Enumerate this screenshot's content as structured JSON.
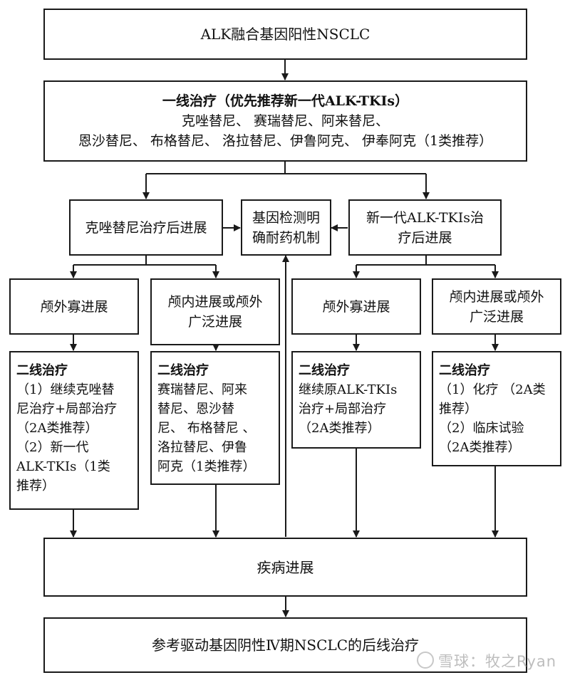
{
  "top_box": "ALK融合基因阳性NSCLC",
  "first_line": {
    "title": "一线治疗（优先推荐新一代ALK-TKIs）",
    "line1": "克唑替尼、 赛瑞替尼、阿来替尼、",
    "line2": "恩沙替尼、 布格替尼、 洛拉替尼、伊鲁阿克、 伊奉阿克（1类推荐）"
  },
  "crizotinib_progress": "克唑替尼治疗后进展",
  "gene_test": [
    "基因检测明",
    "确耐药机制"
  ],
  "next_gen_progress": [
    "新一代ALK-TKIs治",
    "疗后进展"
  ],
  "branches": {
    "a": [
      "颅外寡进展"
    ],
    "b": [
      "颅内进展或颅外",
      "广泛进展"
    ],
    "c": [
      "颅外寡进展"
    ],
    "d": [
      "颅内进展或颅外",
      "广泛进展"
    ]
  },
  "second_line": {
    "title": "二线治疗",
    "a": [
      "（1）继续克唑替",
      "尼治疗+局部治疗",
      "（2A类推荐）",
      "（2）新一代",
      "ALK-TKIs（1类",
      "推荐）"
    ],
    "b": [
      "赛瑞替尼、阿来",
      "替尼、恩沙替",
      "尼、 布格替尼 、",
      "洛拉替尼、伊鲁",
      "阿克（1类推荐）"
    ],
    "c": [
      "继续原ALK-TKIs",
      "治疗+局部治疗",
      "（2A类推荐）"
    ],
    "d": [
      "（1）化疗 （2A类",
      "推荐）",
      "（2）临床试验",
      "（2A类推荐）"
    ]
  },
  "disease_progress": "疾病进展",
  "bottom_box": "参考驱动基因阴性Ⅳ期NSCLC的后线治疗",
  "watermark": "雪球：牧之Ryan"
}
